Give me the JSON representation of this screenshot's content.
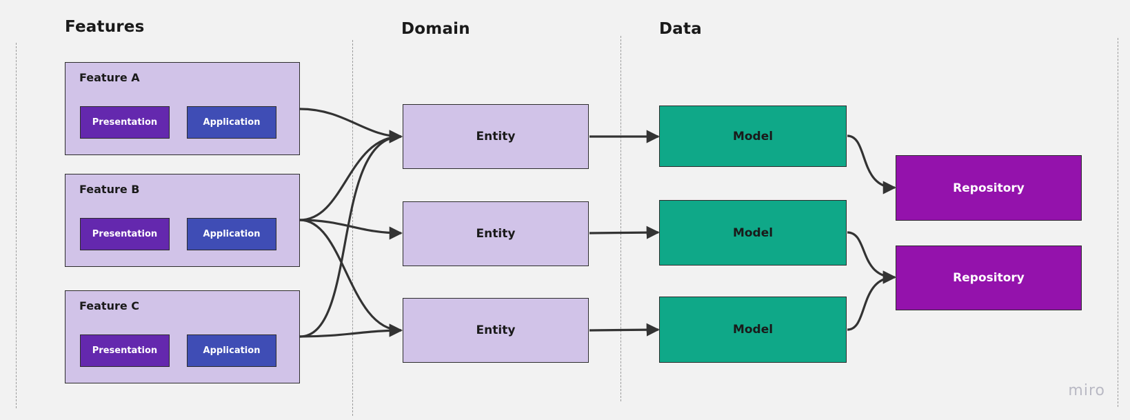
{
  "sections": {
    "features": "Features",
    "domain": "Domain",
    "data": "Data"
  },
  "features": [
    {
      "title": "Feature A",
      "presentation": "Presentation",
      "application": "Application"
    },
    {
      "title": "Feature B",
      "presentation": "Presentation",
      "application": "Application"
    },
    {
      "title": "Feature C",
      "presentation": "Presentation",
      "application": "Application"
    }
  ],
  "entities": [
    "Entity",
    "Entity",
    "Entity"
  ],
  "models": [
    "Model",
    "Model",
    "Model"
  ],
  "repositories": [
    "Repository",
    "Repository"
  ],
  "brand": "miro",
  "colors": {
    "background": "#f2f2f2",
    "feature_fill": "#d1c3e8",
    "presentation": "#6428ae",
    "application": "#3f4db5",
    "entity_fill": "#d1c3e8",
    "model_fill": "#0fa888",
    "repository_fill": "#9412ac",
    "connector": "#333333"
  }
}
